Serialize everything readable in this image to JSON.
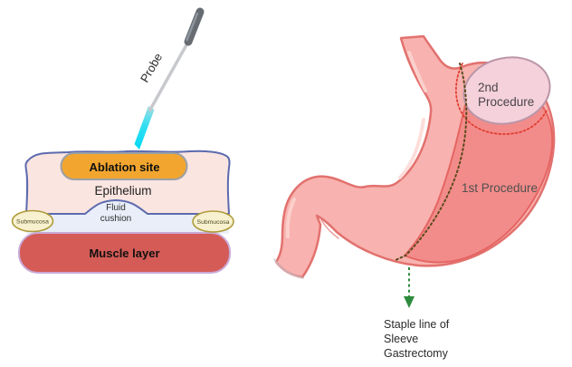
{
  "figure": {
    "background": "#ffffff",
    "description_left": "Endoscopic ablation over tissue layers",
    "description_right": "Stomach with sleeve gastrectomy staple line"
  },
  "left_diagram": {
    "probe_label": "Probe",
    "ablation_site_label": "Ablation site",
    "epithelium_label": "Epithelium",
    "fluid_cushion_line1": "Fluid",
    "fluid_cushion_line2": "cushion",
    "submucosa_left_label": "Submucosa",
    "submucosa_right_label": "Submucosa",
    "muscle_layer_label": "Muscle layer",
    "colors": {
      "probe_handle": "#666c72",
      "probe_shaft": "#c7c9cd",
      "probe_tip_cyan": "#0cd9f2",
      "tissue_outline_blue": "#5c6bae",
      "epithelium_fill": "#fbe5e1",
      "ablation_fill_orange": "#f3a62f",
      "ablation_outline_gray": "#9aa0a6",
      "fluid_fill_blue": "#e9eef9",
      "submucosa_fill_cream": "#f8f1d0",
      "submucosa_outline_olive": "#ae9c3b",
      "muscle_fill_red": "#d45b56",
      "muscle_outline_lavender": "#c9aad7"
    }
  },
  "right_diagram": {
    "second_procedure_line1": "2nd",
    "second_procedure_line2": "Procedure",
    "first_procedure_label": "1st Procedure",
    "staple_line_annotation": [
      "Staple line of",
      "Sleeve",
      "Gastrectomy"
    ],
    "colors": {
      "stomach_fill": "#f8b2af",
      "stomach_outline": "#e2716e",
      "stomach_highlight": "#fcd6d2",
      "resected_fill_dark_pink": "#f28c8a",
      "resected_outline": "#e56562",
      "pouch_fill_light_pink": "#f4d1db",
      "pouch_outline_mauve": "#bb96a8",
      "staple_dotted_dark": "#5b4a1c",
      "red_dotted": "#e03a2e",
      "arrow_green": "#2e8b3d"
    }
  }
}
